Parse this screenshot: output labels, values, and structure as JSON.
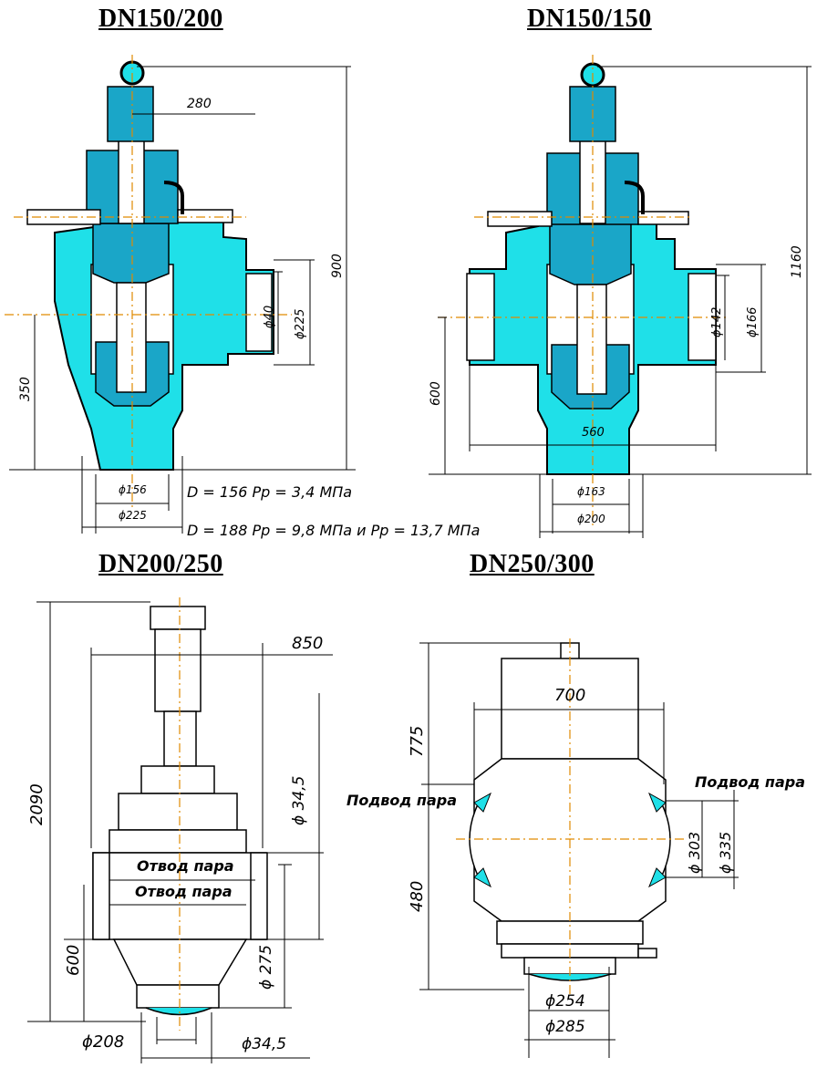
{
  "titles": {
    "t1": "DN150/200",
    "t2": "DN150/150",
    "t3": "DN200/250",
    "t4": "DN250/300"
  },
  "dims_dn150_200": {
    "d280": "280",
    "d900": "900",
    "d40": "ϕ40",
    "d225v": "ϕ225",
    "d350": "350",
    "d156": "ϕ156",
    "d225h": "ϕ225"
  },
  "dims_dn150_150": {
    "d1160": "1160",
    "d142": "ϕ142",
    "d166": "ϕ166",
    "d600": "600",
    "d560": "560",
    "d163": "ϕ163",
    "d200": "ϕ200"
  },
  "notes": {
    "n1": "D = 156 Pр = 3,4 МПа",
    "n2": "D = 188 Pр = 9,8 МПа и Pр = 13,7 МПа"
  },
  "dims_dn200_250": {
    "d850": "850",
    "d2090": "2090",
    "d345v": "ϕ 34,5",
    "d275": "ϕ 275",
    "d600": "600",
    "d208": "ϕ208",
    "d345h": "ϕ34,5",
    "outlet1": "Отвод пара",
    "outlet2": "Отвод пара"
  },
  "dims_dn250_300": {
    "d700": "700",
    "d775": "775",
    "d480": "480",
    "d303": "ϕ 303",
    "d335": "ϕ 335",
    "d254": "ϕ254",
    "d285": "ϕ285",
    "inlet1": "Подвод пара",
    "inlet2": "Подвод пара"
  },
  "colors": {
    "body": "#1fe0e8",
    "inner": "#1aa6c8",
    "centerline": "#e08a00"
  }
}
